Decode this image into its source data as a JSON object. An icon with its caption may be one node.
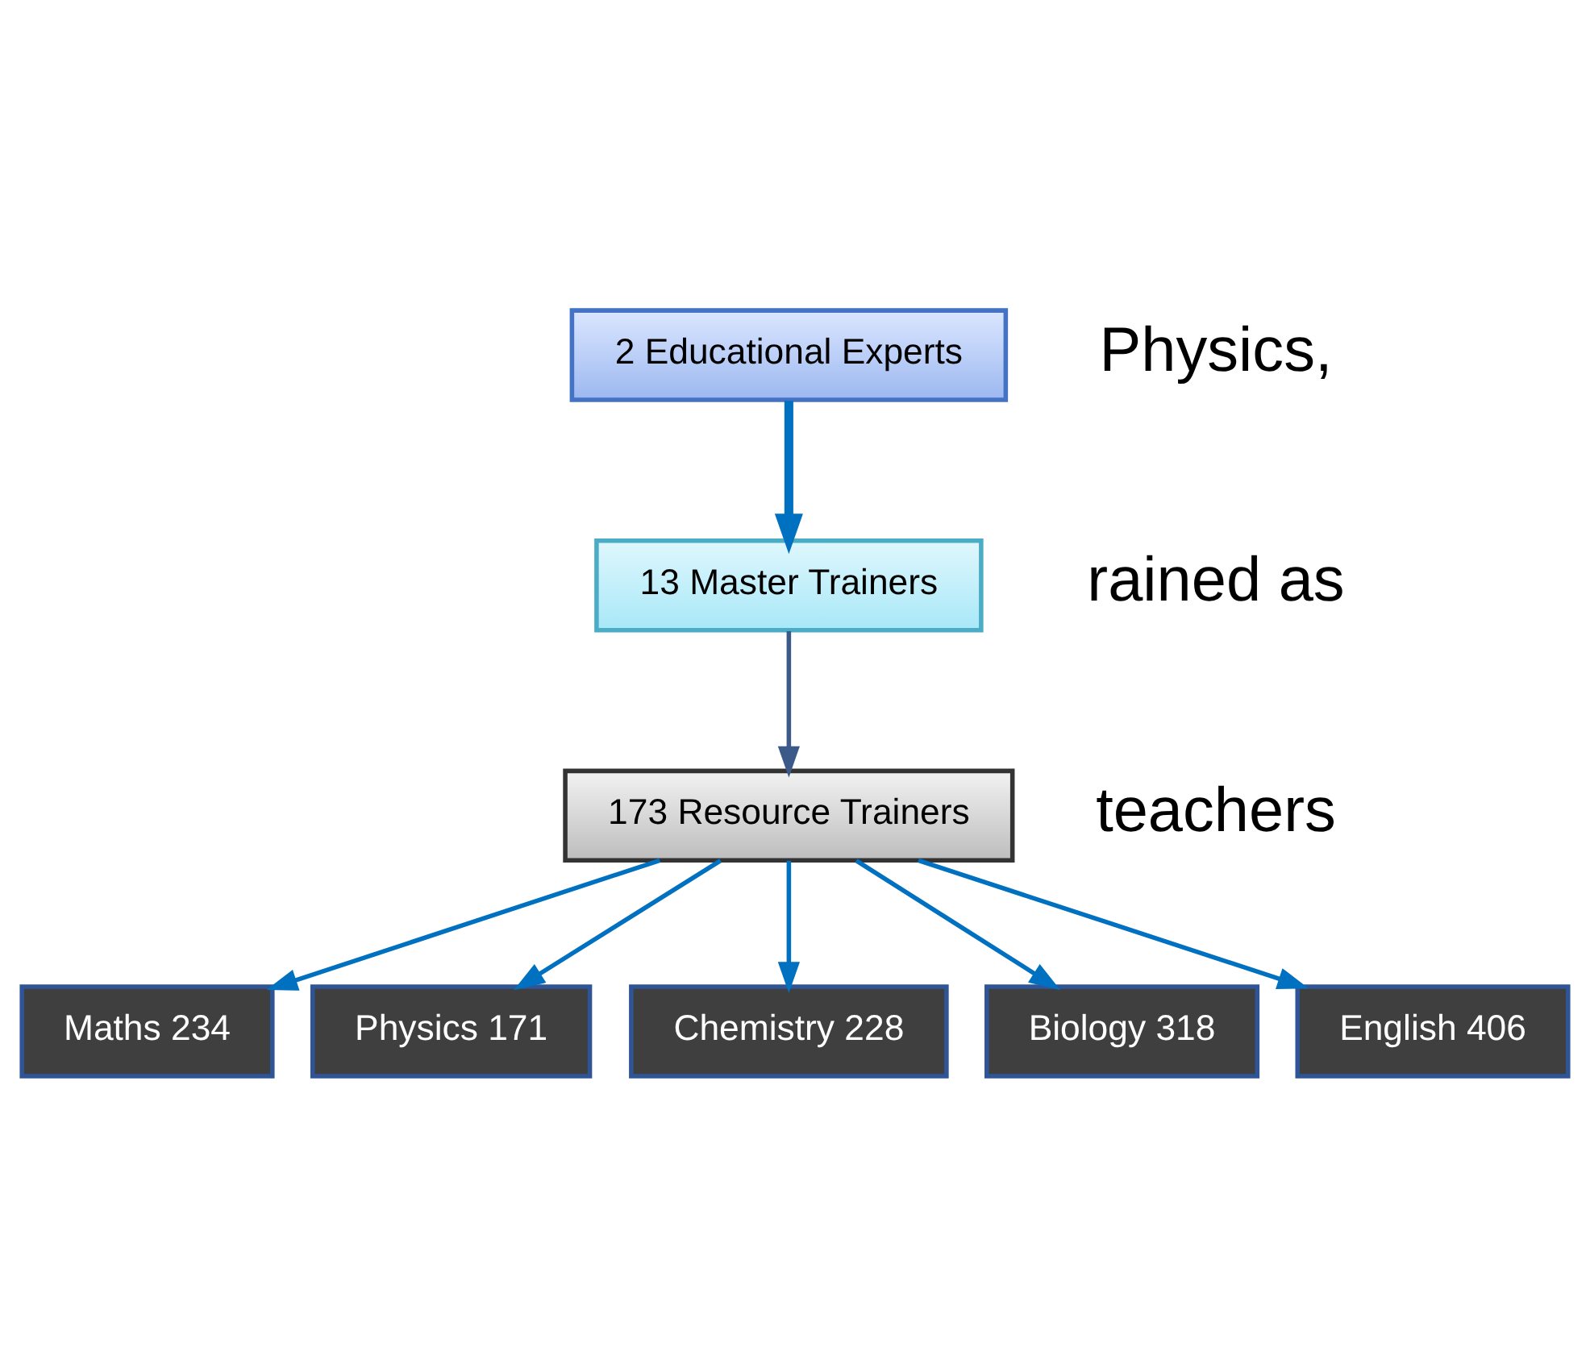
{
  "diagram": {
    "nodes": [
      {
        "text": [
          "2 Educational Experts"
        ]
      },
      {
        "text": [
          "13 Master Trainers"
        ]
      },
      {
        "text": [
          "173 Resource Trainers"
        ]
      },
      {
        "text": [
          "Maths 234"
        ]
      },
      {
        "text": [
          "Physics 171"
        ]
      },
      {
        "text": [
          "Chemistry 228"
        ]
      },
      {
        "text": [
          "Biology 318"
        ]
      },
      {
        "text": [
          "English 406"
        ]
      }
    ],
    "edges": [
      {
        "from": 0,
        "to": 1,
        "arrow": "to",
        "style": "thick"
      },
      {
        "from": 1,
        "to": 2,
        "arrow": "to",
        "color": "#3b5a8a"
      },
      {
        "from": 2,
        "to": 3,
        "arrow": "to"
      },
      {
        "from": 2,
        "to": 4,
        "arrow": "to"
      },
      {
        "from": 2,
        "to": 5,
        "arrow": "to"
      },
      {
        "from": 2,
        "to": 6,
        "arrow": "to"
      },
      {
        "from": 2,
        "to": 7,
        "arrow": "to"
      }
    ],
    "labels": [
      "Physics,",
      "rained as",
      "teachers"
    ]
  }
}
